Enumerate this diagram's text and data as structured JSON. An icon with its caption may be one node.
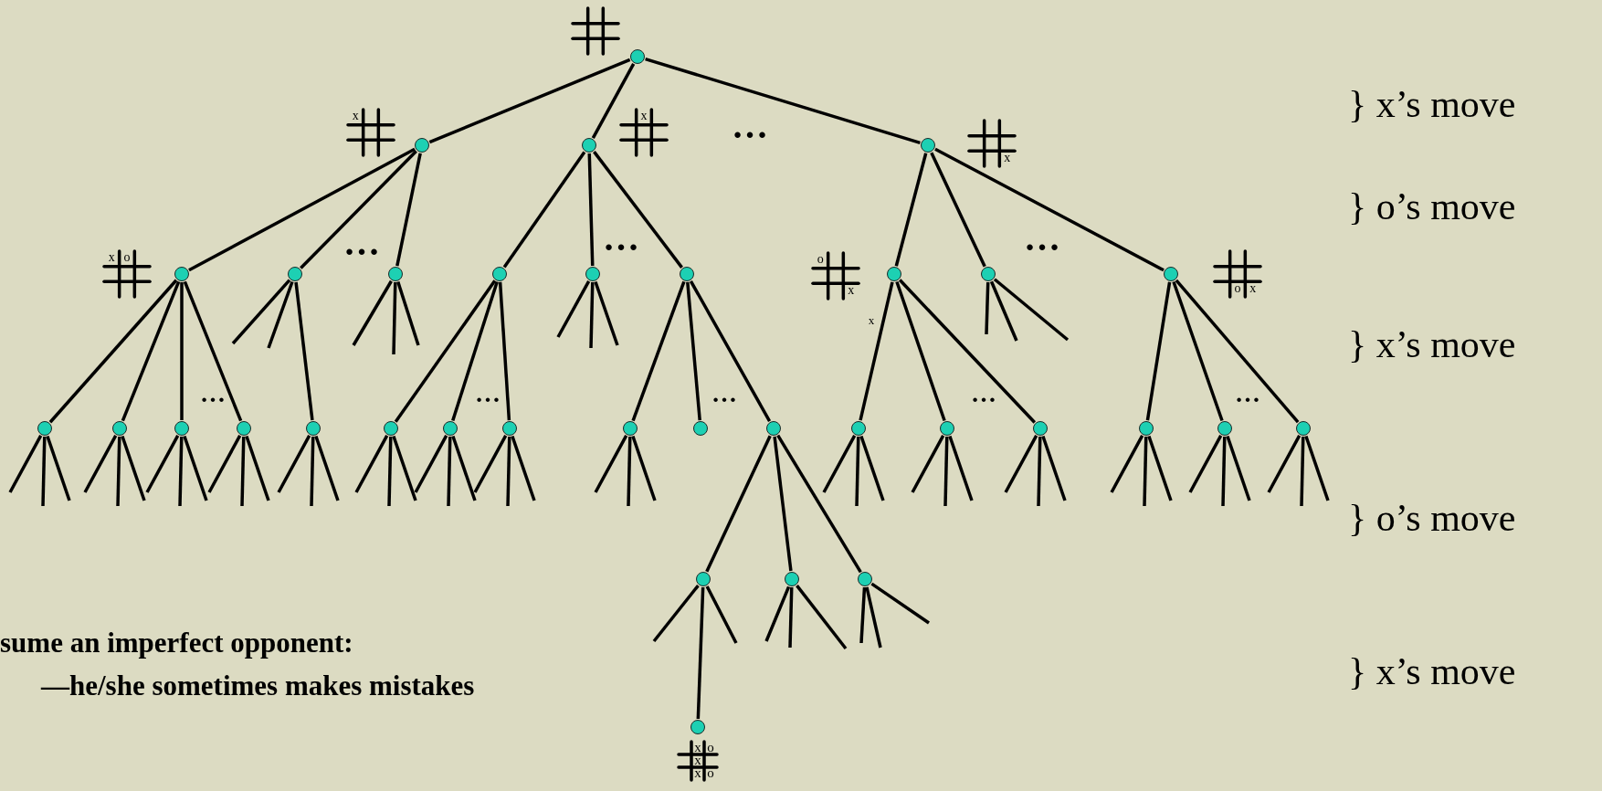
{
  "diagram": {
    "nodes": [
      {
        "text": [],
        "shape": "circle"
      },
      {
        "text": [],
        "shape": "circle"
      },
      {
        "text": [],
        "shape": "circle"
      },
      {
        "text": [],
        "shape": "circle"
      },
      {
        "text": [],
        "shape": "circle"
      },
      {
        "text": [],
        "shape": "circle"
      },
      {
        "text": [],
        "shape": "circle"
      },
      {
        "text": [],
        "shape": "circle"
      },
      {
        "text": [],
        "shape": "circle"
      },
      {
        "text": [],
        "shape": "circle"
      },
      {
        "text": [],
        "shape": "circle"
      },
      {
        "text": [],
        "shape": "circle"
      },
      {
        "text": [],
        "shape": "circle"
      },
      {
        "text": [],
        "shape": "circle"
      },
      {
        "text": [],
        "shape": "circle"
      },
      {
        "text": [],
        "shape": "circle"
      },
      {
        "text": [],
        "shape": "circle"
      },
      {
        "text": [],
        "shape": "circle"
      },
      {
        "text": [],
        "shape": "circle"
      },
      {
        "text": [],
        "shape": "circle"
      },
      {
        "text": [],
        "shape": "circle"
      },
      {
        "text": [],
        "shape": "circle"
      },
      {
        "text": [],
        "shape": "circle"
      },
      {
        "text": [],
        "shape": "circle"
      },
      {
        "text": [],
        "shape": "circle"
      },
      {
        "text": [],
        "shape": "circle"
      },
      {
        "text": [],
        "shape": "circle"
      },
      {
        "text": [],
        "shape": "circle"
      },
      {
        "text": [],
        "shape": "circle"
      },
      {
        "text": [],
        "shape": "circle"
      },
      {
        "text": [],
        "shape": "circle"
      },
      {
        "text": [],
        "shape": "circle"
      },
      {
        "text": [],
        "shape": "circle"
      },
      {
        "text": [],
        "shape": "circle"
      }
    ],
    "edges": [
      {
        "from": 0,
        "to": 1,
        "arrow": "none"
      },
      {
        "from": 0,
        "to": 2,
        "arrow": "none"
      },
      {
        "from": 0,
        "to": 3,
        "arrow": "none"
      },
      {
        "from": 1,
        "to": 4,
        "arrow": "none"
      },
      {
        "from": 1,
        "to": 5,
        "arrow": "none"
      },
      {
        "from": 1,
        "to": 6,
        "arrow": "none"
      },
      {
        "from": 2,
        "to": 7,
        "arrow": "none"
      },
      {
        "from": 2,
        "to": 8,
        "arrow": "none"
      },
      {
        "from": 2,
        "to": 9,
        "arrow": "none"
      },
      {
        "from": 3,
        "to": 10,
        "arrow": "none"
      },
      {
        "from": 3,
        "to": 11,
        "arrow": "none"
      },
      {
        "from": 3,
        "to": 12,
        "arrow": "none"
      },
      {
        "from": 4,
        "to": 13,
        "arrow": "none"
      },
      {
        "from": 4,
        "to": 14,
        "arrow": "none"
      },
      {
        "from": 4,
        "to": 15,
        "arrow": "none"
      },
      {
        "from": 4,
        "to": 16,
        "arrow": "none"
      },
      {
        "from": 5,
        "to": 17,
        "arrow": "none"
      },
      {
        "from": 7,
        "to": 18,
        "arrow": "none"
      },
      {
        "from": 7,
        "to": 19,
        "arrow": "none"
      },
      {
        "from": 7,
        "to": 20,
        "arrow": "none"
      },
      {
        "from": 9,
        "to": 21,
        "arrow": "none"
      },
      {
        "from": 9,
        "to": 22,
        "arrow": "none"
      },
      {
        "from": 9,
        "to": 23,
        "arrow": "none"
      },
      {
        "from": 10,
        "to": 24,
        "arrow": "none"
      },
      {
        "from": 10,
        "to": 25,
        "arrow": "none"
      },
      {
        "from": 10,
        "to": 26,
        "arrow": "none"
      },
      {
        "from": 12,
        "to": 27,
        "arrow": "none"
      },
      {
        "from": 12,
        "to": 28,
        "arrow": "none"
      },
      {
        "from": 12,
        "to": 29,
        "arrow": "none"
      },
      {
        "from": 23,
        "to": 30,
        "arrow": "none"
      },
      {
        "from": 23,
        "to": 31,
        "arrow": "none"
      },
      {
        "from": 23,
        "to": 32,
        "arrow": "none"
      },
      {
        "from": 30,
        "to": 33,
        "arrow": "none"
      },
      {
        "from": 5,
        "to": null,
        "arrow": "none"
      },
      {
        "from": 5,
        "to": null,
        "arrow": "none"
      },
      {
        "from": 6,
        "to": null,
        "arrow": "none"
      },
      {
        "from": 6,
        "to": null,
        "arrow": "none"
      },
      {
        "from": 6,
        "to": null,
        "arrow": "none"
      },
      {
        "from": 8,
        "to": null,
        "arrow": "none"
      },
      {
        "from": 8,
        "to": null,
        "arrow": "none"
      },
      {
        "from": 8,
        "to": null,
        "arrow": "none"
      },
      {
        "from": 11,
        "to": null,
        "arrow": "none"
      },
      {
        "from": 11,
        "to": null,
        "arrow": "none"
      },
      {
        "from": 11,
        "to": null,
        "arrow": "none"
      },
      {
        "from": 13,
        "to": null,
        "arrow": "none"
      },
      {
        "from": 13,
        "to": null,
        "arrow": "none"
      },
      {
        "from": 13,
        "to": null,
        "arrow": "none"
      },
      {
        "from": 14,
        "to": null,
        "arrow": "none"
      },
      {
        "from": 14,
        "to": null,
        "arrow": "none"
      },
      {
        "from": 14,
        "to": null,
        "arrow": "none"
      },
      {
        "from": 15,
        "to": null,
        "arrow": "none"
      },
      {
        "from": 15,
        "to": null,
        "arrow": "none"
      },
      {
        "from": 15,
        "to": null,
        "arrow": "none"
      },
      {
        "from": 16,
        "to": null,
        "arrow": "none"
      },
      {
        "from": 16,
        "to": null,
        "arrow": "none"
      },
      {
        "from": 16,
        "to": null,
        "arrow": "none"
      },
      {
        "from": 17,
        "to": null,
        "arrow": "none"
      },
      {
        "from": 17,
        "to": null,
        "arrow": "none"
      },
      {
        "from": 17,
        "to": null,
        "arrow": "none"
      },
      {
        "from": 18,
        "to": null,
        "arrow": "none"
      },
      {
        "from": 18,
        "to": null,
        "arrow": "none"
      },
      {
        "from": 18,
        "to": null,
        "arrow": "none"
      },
      {
        "from": 19,
        "to": null,
        "arrow": "none"
      },
      {
        "from": 19,
        "to": null,
        "arrow": "none"
      },
      {
        "from": 19,
        "to": null,
        "arrow": "none"
      },
      {
        "from": 20,
        "to": null,
        "arrow": "none"
      },
      {
        "from": 20,
        "to": null,
        "arrow": "none"
      },
      {
        "from": 20,
        "to": null,
        "arrow": "none"
      },
      {
        "from": 21,
        "to": null,
        "arrow": "none"
      },
      {
        "from": 21,
        "to": null,
        "arrow": "none"
      },
      {
        "from": 21,
        "to": null,
        "arrow": "none"
      },
      {
        "from": 24,
        "to": null,
        "arrow": "none"
      },
      {
        "from": 24,
        "to": null,
        "arrow": "none"
      },
      {
        "from": 24,
        "to": null,
        "arrow": "none"
      },
      {
        "from": 25,
        "to": null,
        "arrow": "none"
      },
      {
        "from": 25,
        "to": null,
        "arrow": "none"
      },
      {
        "from": 25,
        "to": null,
        "arrow": "none"
      },
      {
        "from": 26,
        "to": null,
        "arrow": "none"
      },
      {
        "from": 26,
        "to": null,
        "arrow": "none"
      },
      {
        "from": 26,
        "to": null,
        "arrow": "none"
      },
      {
        "from": 27,
        "to": null,
        "arrow": "none"
      },
      {
        "from": 27,
        "to": null,
        "arrow": "none"
      },
      {
        "from": 27,
        "to": null,
        "arrow": "none"
      },
      {
        "from": 28,
        "to": null,
        "arrow": "none"
      },
      {
        "from": 28,
        "to": null,
        "arrow": "none"
      },
      {
        "from": 28,
        "to": null,
        "arrow": "none"
      },
      {
        "from": 29,
        "to": null,
        "arrow": "none"
      },
      {
        "from": 29,
        "to": null,
        "arrow": "none"
      },
      {
        "from": 29,
        "to": null,
        "arrow": "none"
      },
      {
        "from": 30,
        "to": null,
        "arrow": "none"
      },
      {
        "from": 30,
        "to": null,
        "arrow": "none"
      },
      {
        "from": 31,
        "to": null,
        "arrow": "none"
      },
      {
        "from": 31,
        "to": null,
        "arrow": "none"
      },
      {
        "from": 31,
        "to": null,
        "arrow": "none"
      },
      {
        "from": 32,
        "to": null,
        "arrow": "none"
      },
      {
        "from": 32,
        "to": null,
        "arrow": "none"
      },
      {
        "from": 32,
        "to": null,
        "arrow": "none"
      }
    ],
    "labels": [
      "} x’s move",
      "x",
      "x",
      "…",
      "x",
      "} o’s move",
      "…",
      "…",
      "…",
      "x",
      "o",
      "o",
      "x",
      "o",
      "x",
      "x",
      "} x’s move",
      "…",
      "…",
      "…",
      "…",
      "…",
      "} o’s move",
      "sume an imperfect opponent:",
      "} x’s move",
      "—he/she sometimes makes mistakes",
      "x",
      "o",
      "x",
      "x",
      "o"
    ]
  }
}
